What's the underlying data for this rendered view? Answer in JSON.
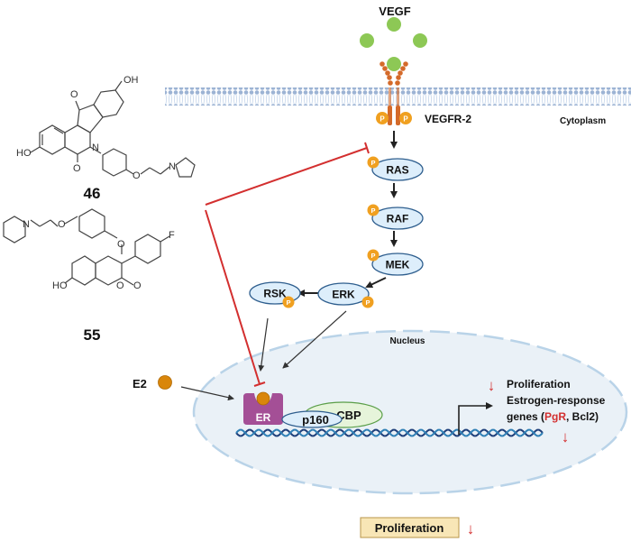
{
  "figure": {
    "type": "signaling-pathway-diagram",
    "compounds": [
      {
        "id": "compound-46",
        "label": "46",
        "atoms": [
          "OH",
          "O",
          "N",
          "HO",
          "O",
          "O",
          "N"
        ]
      },
      {
        "id": "compound-55",
        "label": "55",
        "atoms": [
          "N",
          "O",
          "O",
          "F",
          "HO",
          "O",
          "O"
        ]
      }
    ],
    "ligand": {
      "label": "VEGF",
      "color": "#8DC855"
    },
    "receptor": {
      "label": "VEGFR-2",
      "phospho_label": "P",
      "color": "#D46A2A"
    },
    "compartments": {
      "cytoplasm": "Cytoplasm",
      "nucleus": "Nucleus"
    },
    "cascade": [
      {
        "label": "RAS",
        "phospho": "P"
      },
      {
        "label": "RAF",
        "phospho": "P"
      },
      {
        "label": "MEK",
        "phospho": "P"
      },
      {
        "label": "ERK",
        "phospho": "P"
      },
      {
        "label": "RSK",
        "phospho": "P"
      }
    ],
    "nuclear": {
      "ligand": "E2",
      "receptor": "ER",
      "coactivator_1": "p160",
      "coactivator_2": "CBP",
      "outcome_line1": "Proliferation",
      "outcome_line2": "Estrogen-response",
      "outcome_line3_prefix": "genes (",
      "outcome_highlight": "PgR",
      "outcome_line3_suffix": ", Bcl2)",
      "down_arrow": "↓"
    },
    "result": {
      "label": "Proliferation",
      "arrow": "↓"
    },
    "colors": {
      "inhibition": "#D32F2F",
      "protein_fill": "#DDEEFB",
      "protein_stroke": "#2E5E8E",
      "phospho": "#F0A020",
      "nucleus_fill": "#EAF1F7",
      "nucleus_stroke": "#B9D3E8",
      "er": "#A44F96",
      "cbp_fill": "#E6F4DA",
      "cbp_stroke": "#5A9E48",
      "e2": "#D9860B",
      "result_box": "#F8E6B6"
    }
  }
}
